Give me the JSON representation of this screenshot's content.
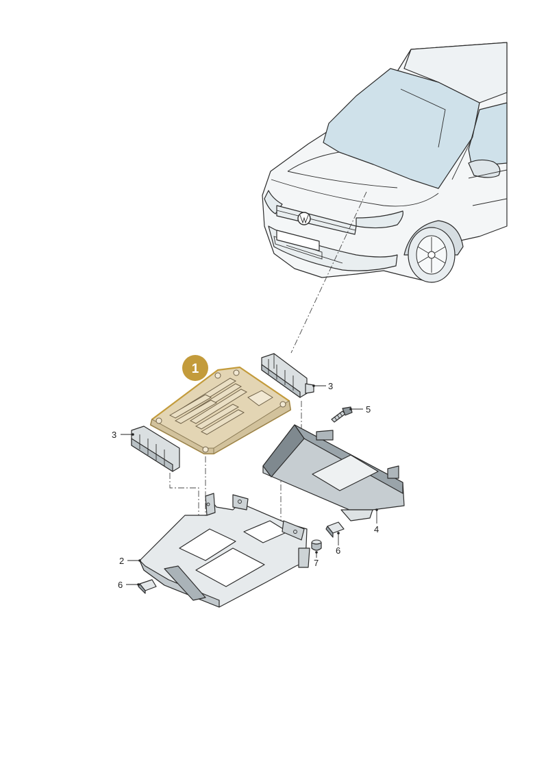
{
  "diagram": {
    "highlight": {
      "label": "1",
      "color": "#c39b3b"
    },
    "callouts": [
      {
        "id": "c3-right",
        "label": "3"
      },
      {
        "id": "c3-left",
        "label": "3"
      },
      {
        "id": "c5",
        "label": "5"
      },
      {
        "id": "c4",
        "label": "4"
      },
      {
        "id": "c6-right",
        "label": "6"
      },
      {
        "id": "c7",
        "label": "7"
      },
      {
        "id": "c2",
        "label": "2"
      },
      {
        "id": "c6-left",
        "label": "6"
      }
    ],
    "colors": {
      "control_unit_fill": "#e3d5b4",
      "control_unit_outline": "#c39b3b",
      "bracket_fill": "#dadfe1",
      "cover_fill": "#9aa4aa",
      "car_glass": "#cfe1ea"
    }
  }
}
